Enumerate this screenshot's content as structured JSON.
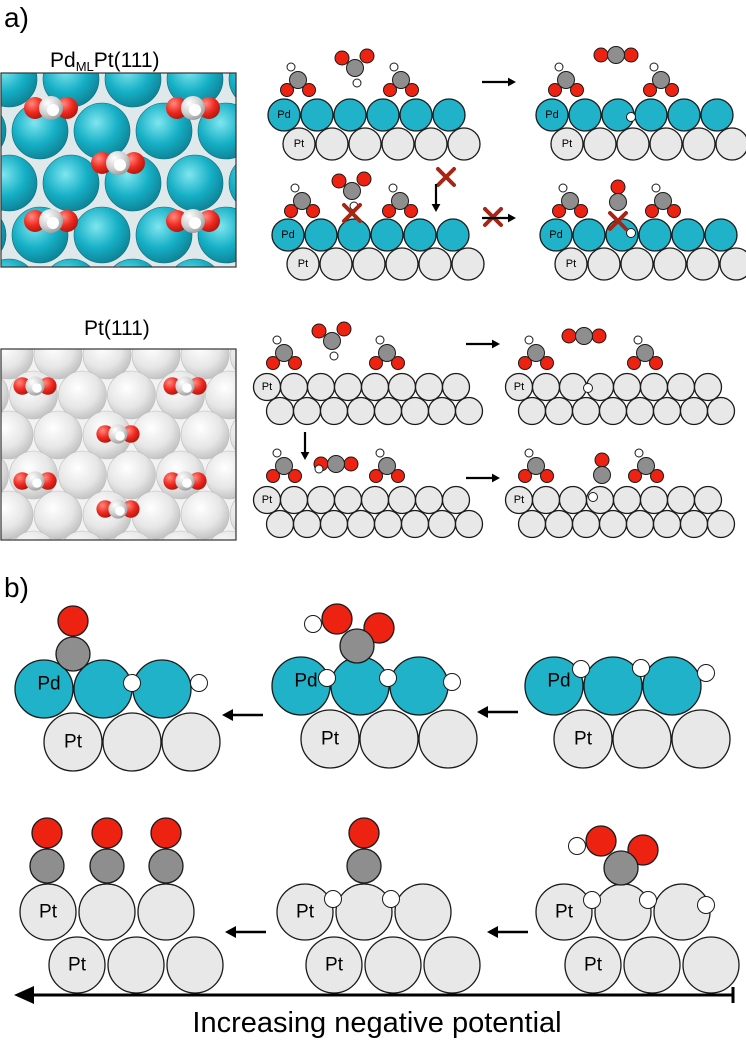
{
  "panel_a": {
    "label": "a)",
    "pdml_title": {
      "base": "Pd",
      "sub": "ML",
      "rest": "Pt(111)"
    },
    "pt_title": "Pt(111)"
  },
  "panel_b": {
    "label": "b)",
    "caption": "Increasing negative potential"
  },
  "atom_labels": {
    "pd": "Pd",
    "pt": "Pt"
  },
  "colors": {
    "pd": "#1fb2c8",
    "pt": "#eeeeee",
    "carbon": "#8e8e8e",
    "oxygen": "#ee2211",
    "hydrogen": "#ffffff",
    "inhibit": "#a82515",
    "stroke": "#1a1a1a"
  },
  "icons": [
    "arrow-right-icon",
    "arrow-left-icon",
    "arrow-down-icon",
    "cross-icon"
  ]
}
